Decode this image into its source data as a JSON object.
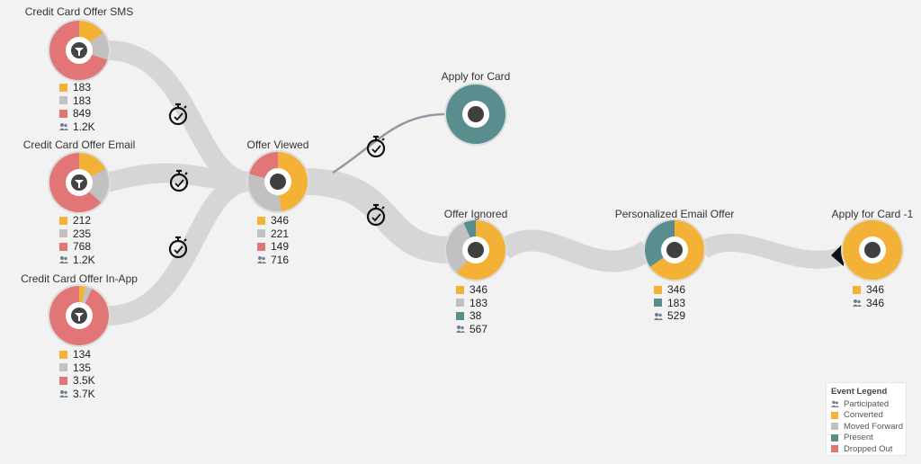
{
  "colors": {
    "converted": "#f3b236",
    "moved_forward": "#c1c1c1",
    "present": "#5a8d8e",
    "dropped_out": "#e27676",
    "participated": "#6f7f92",
    "flow": "#d6d6d6",
    "link": "#8e9aa4"
  },
  "nodes": [
    {
      "id": "sms",
      "title": "Credit Card Offer SMS",
      "icon": "timer-icon",
      "segments": [
        {
          "k": "converted",
          "v": 183
        },
        {
          "k": "moved_forward",
          "v": 183
        },
        {
          "k": "dropped_out",
          "v": 849
        }
      ],
      "stats": [
        {
          "k": "converted",
          "label": "183"
        },
        {
          "k": "moved_forward",
          "label": "183"
        },
        {
          "k": "dropped_out",
          "label": "849"
        },
        {
          "k": "participated",
          "label": "1.2K"
        }
      ]
    },
    {
      "id": "email",
      "title": "Credit Card Offer Email",
      "icon": "timer-icon",
      "segments": [
        {
          "k": "converted",
          "v": 212
        },
        {
          "k": "moved_forward",
          "v": 235
        },
        {
          "k": "dropped_out",
          "v": 768
        }
      ],
      "stats": [
        {
          "k": "converted",
          "label": "212"
        },
        {
          "k": "moved_forward",
          "label": "235"
        },
        {
          "k": "dropped_out",
          "label": "768"
        },
        {
          "k": "participated",
          "label": "1.2K"
        }
      ]
    },
    {
      "id": "inapp",
      "title": "Credit Card Offer In-App",
      "icon": "timer-icon",
      "segments": [
        {
          "k": "converted",
          "v": 134
        },
        {
          "k": "moved_forward",
          "v": 135
        },
        {
          "k": "dropped_out",
          "v": 3500
        }
      ],
      "stats": [
        {
          "k": "converted",
          "label": "134"
        },
        {
          "k": "moved_forward",
          "label": "135"
        },
        {
          "k": "dropped_out",
          "label": "3.5K"
        },
        {
          "k": "participated",
          "label": "3.7K"
        }
      ]
    },
    {
      "id": "viewed",
      "title": "Offer Viewed",
      "icon": "dot",
      "segments": [
        {
          "k": "converted",
          "v": 346
        },
        {
          "k": "moved_forward",
          "v": 221
        },
        {
          "k": "dropped_out",
          "v": 149
        }
      ],
      "stats": [
        {
          "k": "converted",
          "label": "346"
        },
        {
          "k": "moved_forward",
          "label": "221"
        },
        {
          "k": "dropped_out",
          "label": "149"
        },
        {
          "k": "participated",
          "label": "716"
        }
      ]
    },
    {
      "id": "apply",
      "title": "Apply for Card",
      "icon": "dot",
      "segments": [
        {
          "k": "present",
          "v": 1
        }
      ],
      "stats": []
    },
    {
      "id": "ignored",
      "title": "Offer Ignored",
      "icon": "dot",
      "segments": [
        {
          "k": "converted",
          "v": 346
        },
        {
          "k": "moved_forward",
          "v": 183
        },
        {
          "k": "present",
          "v": 38
        }
      ],
      "stats": [
        {
          "k": "converted",
          "label": "346"
        },
        {
          "k": "moved_forward",
          "label": "183"
        },
        {
          "k": "present",
          "label": "38"
        },
        {
          "k": "participated",
          "label": "567"
        }
      ]
    },
    {
      "id": "personalized",
      "title": "Personalized Email Offer",
      "icon": "dot",
      "segments": [
        {
          "k": "converted",
          "v": 346
        },
        {
          "k": "present",
          "v": 183
        }
      ],
      "stats": [
        {
          "k": "converted",
          "label": "346"
        },
        {
          "k": "present",
          "label": "183"
        },
        {
          "k": "participated",
          "label": "529"
        }
      ]
    },
    {
      "id": "apply1",
      "title": "Apply for Card -1",
      "icon": "dot",
      "segments": [
        {
          "k": "converted",
          "v": 346
        }
      ],
      "stats": [
        {
          "k": "converted",
          "label": "346"
        },
        {
          "k": "participated",
          "label": "346"
        }
      ]
    }
  ],
  "legend": {
    "title": "Event Legend",
    "items": [
      {
        "k": "participated",
        "label": "Participated"
      },
      {
        "k": "converted",
        "label": "Converted"
      },
      {
        "k": "moved_forward",
        "label": "Moved Forward"
      },
      {
        "k": "present",
        "label": "Present"
      },
      {
        "k": "dropped_out",
        "label": "Dropped Out"
      }
    ]
  }
}
